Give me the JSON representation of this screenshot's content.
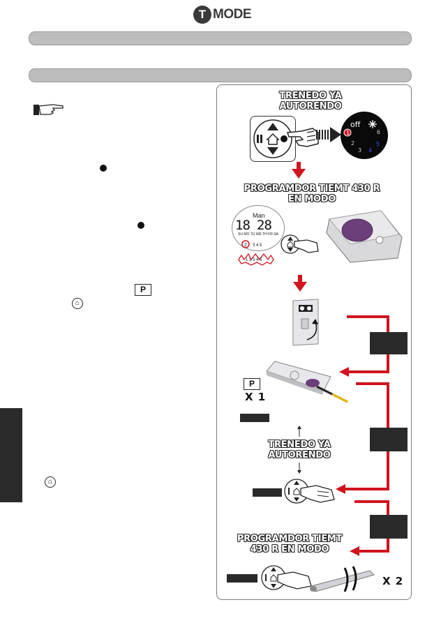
{
  "header": {
    "logo_letter": "T",
    "logo_text": "MODE"
  },
  "panel": {
    "title_top_1": "TRENEDO YA",
    "title_top_2": "AUTORENDO",
    "title_prog_1": "PROGRAMDOR TIEMT 430 R",
    "title_prog_2": "EN MODO",
    "title_mid_1": "TRENEDO YA",
    "title_mid_2": "AUTORENDO",
    "title_bottom_1": "PROGRAMDOR TIEMT",
    "title_bottom_2": "430 R EN MODO",
    "lcd_day": "Man",
    "lcd_time_h": "18",
    "lcd_time_m": "28",
    "lcd_days": "SU MO TU WE TH FR SA",
    "dial_off": "off",
    "dial_numbers": [
      "1",
      "2",
      "3",
      "4",
      "5",
      "6"
    ],
    "p_key": "P",
    "x1": "X 1",
    "x2": "X 2"
  },
  "left": {
    "p_key": "P"
  },
  "colors": {
    "accent_red": "#d0141e",
    "bar_gray": "#bdbdbd",
    "dark": "#2a2a2a"
  },
  "icons": [
    "hand-pointer-icon",
    "home-icon",
    "arrow-right-icon",
    "arrow-down-icon"
  ]
}
